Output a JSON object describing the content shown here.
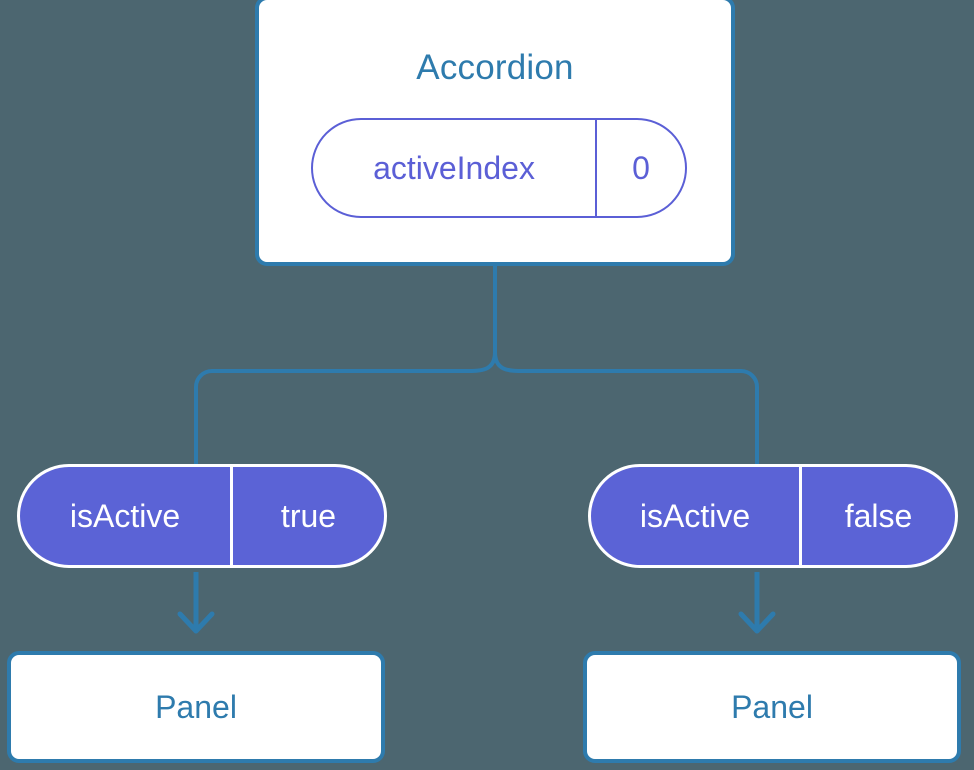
{
  "diagram": {
    "background_color": "#4c6670",
    "accent_blue": "#2e7bad",
    "accent_purple": "#5b5fd6",
    "pill_fill_purple": "#5b63d6",
    "root": {
      "title": "Accordion",
      "state": {
        "key": "activeIndex",
        "value": "0"
      }
    },
    "branches": [
      {
        "prop": {
          "key": "isActive",
          "value": "true"
        },
        "child": {
          "title": "Panel"
        }
      },
      {
        "prop": {
          "key": "isActive",
          "value": "false"
        },
        "child": {
          "title": "Panel"
        }
      }
    ]
  }
}
